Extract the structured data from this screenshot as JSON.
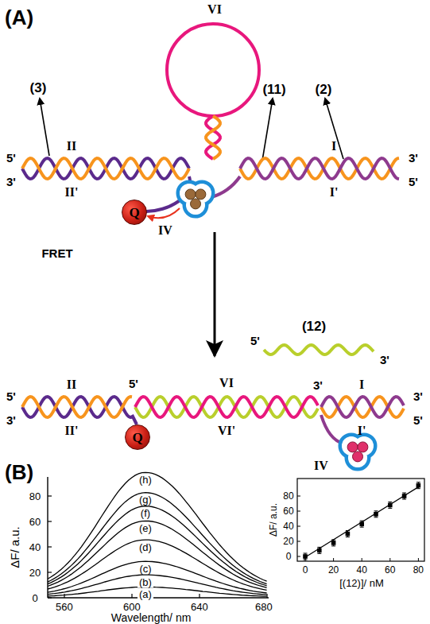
{
  "diagram": {
    "nodes": [
      {
        "text": [
          "Q"
        ]
      },
      {
        "text": [
          "Q"
        ]
      }
    ],
    "labels": [
      "(A)",
      "VI",
      "(3)",
      "(11)",
      "(2)",
      "5'",
      "II",
      "3'",
      "II'",
      "I",
      "3'",
      "I'",
      "5'",
      "IV",
      "FRET",
      "(12)",
      "5'",
      "3'",
      "5'",
      "II",
      "3'",
      "II'",
      "5'",
      "VI",
      "3'",
      "VI'",
      "I",
      "3'",
      "I'",
      "5'",
      "IV",
      "(B)",
      "ΔF/ a.u.",
      "0",
      "20",
      "40",
      "60",
      "80",
      "(a)",
      "(b)",
      "(c)",
      "(d)",
      "(e)",
      "(f)",
      "(g)",
      "(h)",
      "560",
      "600",
      "640",
      "680",
      "Wavelength/ nm",
      "ΔF/ a.u.",
      "0",
      "20",
      "40",
      "60",
      "80",
      "0",
      "20",
      "40",
      "60",
      "80",
      "[(12)]/ nM"
    ]
  }
}
